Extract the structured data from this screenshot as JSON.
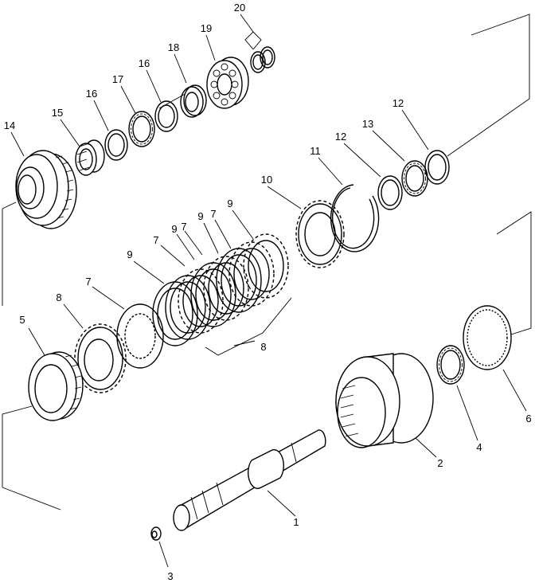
{
  "parts": [
    {
      "id": "p1",
      "label": "1"
    },
    {
      "id": "p2",
      "label": "2"
    },
    {
      "id": "p3",
      "label": "3"
    },
    {
      "id": "p4",
      "label": "4"
    },
    {
      "id": "p5",
      "label": "5"
    },
    {
      "id": "p6",
      "label": "6"
    },
    {
      "id": "p7a",
      "label": "7"
    },
    {
      "id": "p7b",
      "label": "7"
    },
    {
      "id": "p7c",
      "label": "7"
    },
    {
      "id": "p7d",
      "label": "7"
    },
    {
      "id": "p8a",
      "label": "8"
    },
    {
      "id": "p8b",
      "label": "8"
    },
    {
      "id": "p9a",
      "label": "9"
    },
    {
      "id": "p9b",
      "label": "9"
    },
    {
      "id": "p9c",
      "label": "9"
    },
    {
      "id": "p9d",
      "label": "9"
    },
    {
      "id": "p10",
      "label": "10"
    },
    {
      "id": "p11",
      "label": "11"
    },
    {
      "id": "p12a",
      "label": "12"
    },
    {
      "id": "p12b",
      "label": "12"
    },
    {
      "id": "p13",
      "label": "13"
    },
    {
      "id": "p14",
      "label": "14"
    },
    {
      "id": "p15",
      "label": "15"
    },
    {
      "id": "p16a",
      "label": "16"
    },
    {
      "id": "p16b",
      "label": "16"
    },
    {
      "id": "p17",
      "label": "17"
    },
    {
      "id": "p18",
      "label": "18"
    },
    {
      "id": "p19",
      "label": "19"
    },
    {
      "id": "p20",
      "label": "20"
    }
  ]
}
